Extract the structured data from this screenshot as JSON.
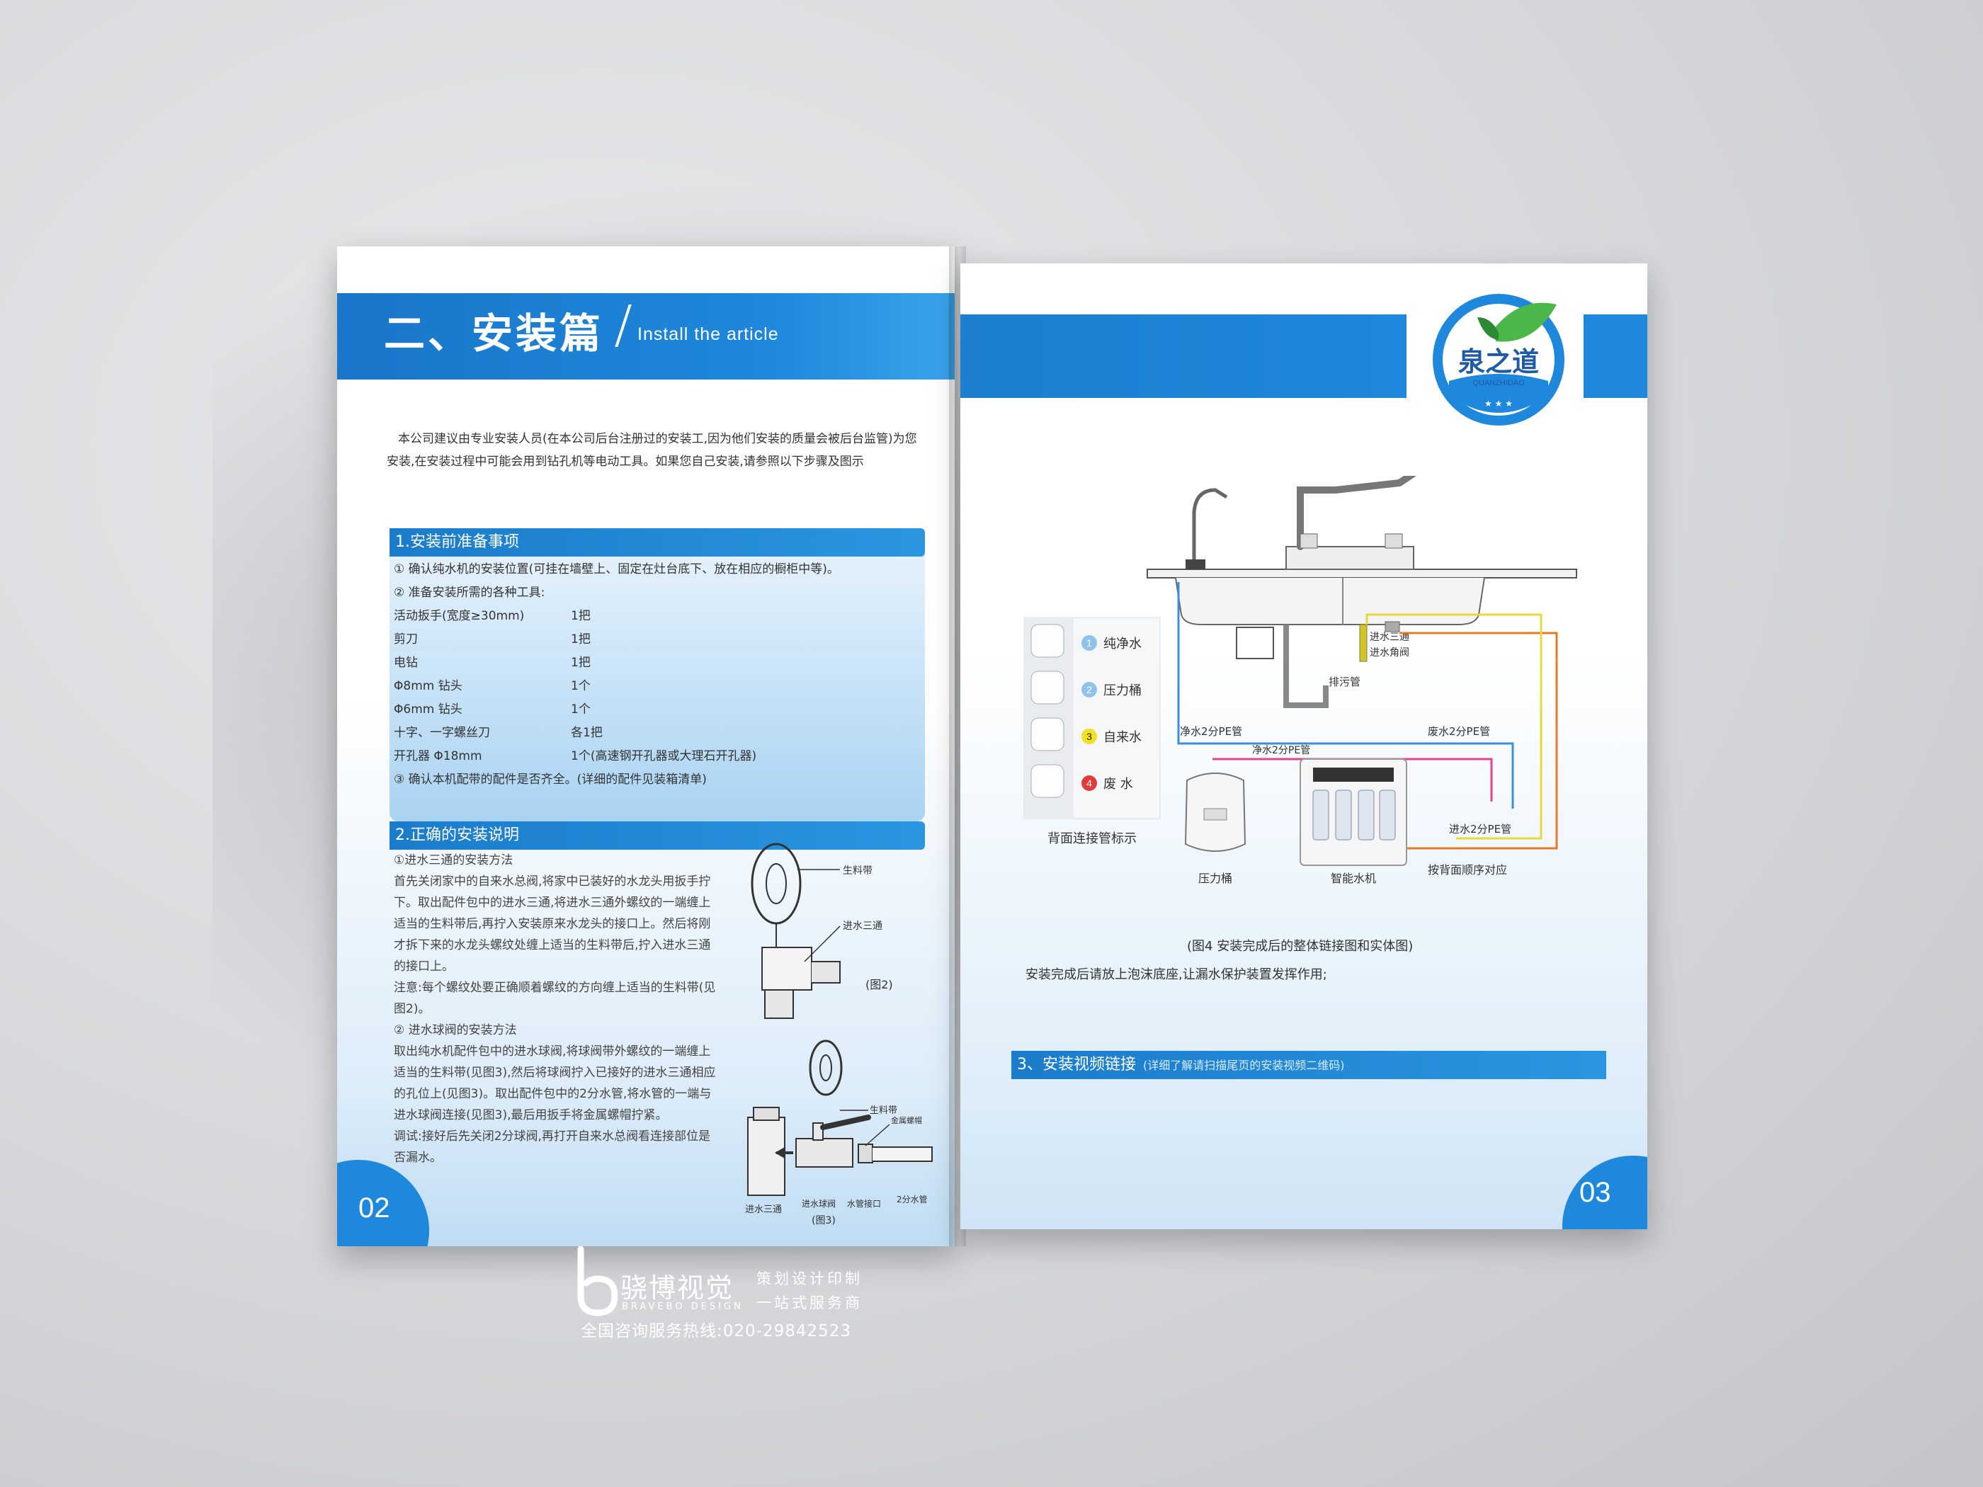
{
  "left_page": {
    "header_title": "二、安装篇",
    "header_subtitle": "Install the article",
    "intro": "本公司建议由专业安装人员(在本公司后台注册过的安装工,因为他们安装的质量会被后台监管)为您安装,在安装过程中可能会用到钻孔机等电动工具。如果您自己安装,请参照以下步骤及图示",
    "section1": {
      "title": "1.安装前准备事项",
      "item1": "① 确认纯水机的安装位置(可挂在墙壁上、固定在灶台底下、放在相应的橱柜中等)。",
      "item2": "② 准备安装所需的各种工具:",
      "tools": [
        {
          "name": "活动扳手(宽度≥30mm)",
          "qty": "1把"
        },
        {
          "name": "剪刀",
          "qty": "1把"
        },
        {
          "name": "电钻",
          "qty": "1把"
        },
        {
          "name": "Φ8mm 钻头",
          "qty": "1个"
        },
        {
          "name": "Φ6mm 钻头",
          "qty": "1个"
        },
        {
          "name": "十字、一字螺丝刀",
          "qty": "各1把"
        },
        {
          "name": "开孔器 Φ18mm",
          "qty": "1个(高速钢开孔器或大理石开孔器)"
        }
      ],
      "item3": "③ 确认本机配带的配件是否齐全。(详细的配件见装箱清单)"
    },
    "section2": {
      "title": "2.正确的安装说明",
      "sub1": "①进水三通的安装方法",
      "p1": "首先关闭家中的自来水总阀,将家中已装好的水龙头用扳手拧下。取出配件包中的进水三通,将进水三通外螺纹的一端缠上适当的生料带后,再拧入安装原来水龙头的接口上。然后将刚才拆下来的水龙头螺纹处缠上适当的生料带后,拧入进水三通的接口上。",
      "p2": "注意:每个螺纹处要正确顺着螺纹的方向缠上适当的生料带(见图2)。",
      "sub2": "② 进水球阀的安装方法",
      "p3": "取出纯水机配件包中的进水球阀,将球阀带外螺纹的一端缠上适当的生料带(见图3),然后将球阀拧入已接好的进水三通相应的孔位上(见图3)。取出配件包中的2分水管,将水管的一端与进水球阀连接(见图3),最后用扳手将金属螺帽拧紧。",
      "p4": "调试:接好后先关闭2分球阀,再打开自来水总阀看连接部位是否漏水。",
      "fig2_labels": {
        "tape": "生料带",
        "tee": "进水三通",
        "cap": "(图2)"
      },
      "fig3_labels": {
        "tape": "生料带",
        "nut": "金属螺帽",
        "tee": "进水三通",
        "valve": "进水球阀",
        "port": "水管接口",
        "pipe": "2分水管",
        "cap": "(图3)"
      }
    },
    "page_number": "02"
  },
  "right_page": {
    "logo_text": "泉之道",
    "logo_en": "QUANZHIDAO",
    "legend": [
      {
        "num": "1",
        "label": "纯净水",
        "color": "#8fc3ec"
      },
      {
        "num": "2",
        "label": "压力桶",
        "color": "#8fc3ec"
      },
      {
        "num": "3",
        "label": "自来水",
        "color": "#f3e11b"
      },
      {
        "num": "4",
        "label": "废 水",
        "color": "#e23b3b"
      }
    ],
    "legend_caption": "背面连接管标示",
    "diagram_labels": {
      "tee": "进水三通",
      "angle_valve": "进水角阀",
      "drain": "排污管",
      "pure_pipe": "净水2分PE管",
      "waste_pipe": "废水2分PE管",
      "pure_pipe2": "净水2分PE管",
      "inlet_pipe": "进水2分PE管",
      "tank": "压力桶",
      "machine": "智能水机",
      "order": "按背面顺序对应"
    },
    "fig4_caption": "(图4 安装完成后的整体链接图和实体图)",
    "note": "安装完成后请放上泡沫底座,让漏水保护装置发挥作用;",
    "section3_title": "3、安装视频链接",
    "section3_sub": "(详细了解请扫描尾页的安装视频二维码)",
    "page_number": "03"
  },
  "watermark": {
    "brand": "骁博视觉",
    "brand_en": "BRAVEBO DESIGN",
    "right1": "策划设计印制",
    "right2": "一站式服务商",
    "hotline": "全国咨询服务热线:020-29842523"
  },
  "colors": {
    "brand_blue": "#1e88dc",
    "pure": "#3b8fd9",
    "waste": "#e57b26",
    "inlet": "#e8d83a",
    "pink": "#e0448a"
  }
}
